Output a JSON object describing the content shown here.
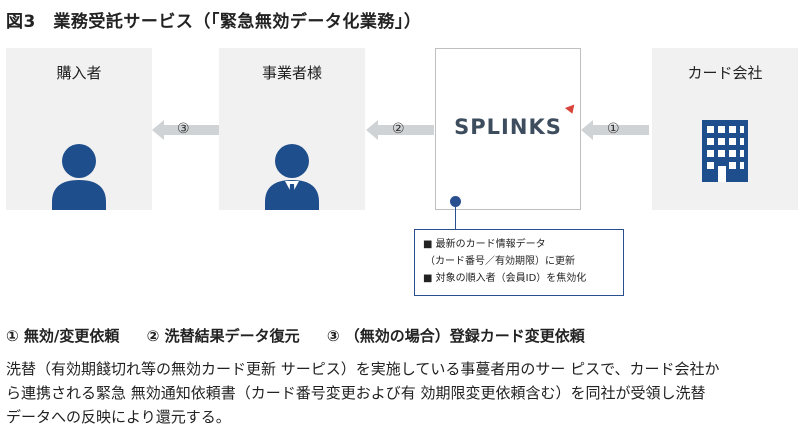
{
  "title": "図3　業務受託サービス（「緊急無効データ化業務」）",
  "nodes": {
    "purchaser": {
      "label": "購入者"
    },
    "merchant": {
      "label": "事業者様"
    },
    "splinks": {
      "logo_text": "SPLINKS"
    },
    "card_company": {
      "label": "カード会社"
    }
  },
  "arrows": {
    "a1": "①",
    "a2": "②",
    "a3": "③"
  },
  "note": {
    "line1": "■ 最新のカード情報データ",
    "line2": "（カード番号／有効期限）に更新",
    "line3": "■ 対象の順入者（会員ID）を焦効化"
  },
  "legend": {
    "item1": "① 無効/変更依頼",
    "item2": "② 洗替結果データ復元",
    "item3": "③ （無効の場合）登録カード変更依頼"
  },
  "description": {
    "line1": "洗替（有効期餞切れ等の無効カード更新 サーピス）を実施している事蔓者用のサー ピスで、カード会社か",
    "line2": "ら連携される緊急 無効通知依頼書（カード番号変更および有 効期限変更依頼含む）を同社が受領し洗替",
    "line3": "データへの反映により還元する。"
  },
  "colors": {
    "accent_blue": "#1f4e8c",
    "box_gray": "#f1f1f1",
    "arrow_gray": "#cfd3d6"
  }
}
